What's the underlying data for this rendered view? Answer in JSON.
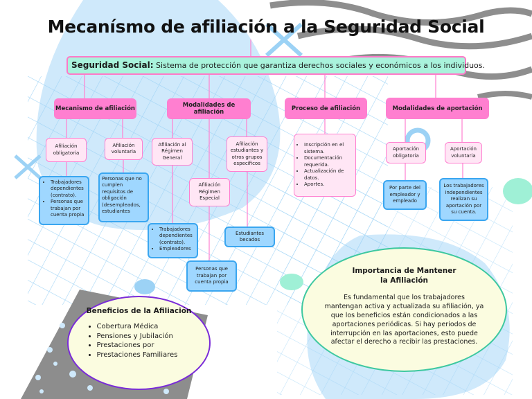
{
  "title": "Mecanísmo de afiliación a la Seguridad Social",
  "definition": {
    "term": "Seguridad Social:",
    "text": "Sistema de protección que garantiza derechos sociales y económicos a los individuos."
  },
  "categories": {
    "mecanismo": {
      "label": "Mecanismo de afiliación",
      "obligatoria": "Afiliación obligatoria",
      "voluntaria": "Afiliación voluntaria",
      "obligatoria_items": [
        "Trabajadores dependientes (contrato).",
        "Personas que trabajan por cuenta propia"
      ],
      "voluntaria_text": "Personas que no cumplen requisitos de obligación (desempleados, estudiantes"
    },
    "modalidades_afiliacion": {
      "label": "Modalidades de afiliación",
      "regimen_general": "Afiliación al Régimen General",
      "regimen_especial": "Afiliación Régimen Especial",
      "estudiantes": "Afiliación estudiantes y otros grupos específicos",
      "general_items": [
        "Trabajadores dependientes (contrato).",
        "Empleadores"
      ],
      "especial_text": "Personas que trabajan por cuenta propia",
      "becados_text": "Estudiantes becados"
    },
    "proceso": {
      "label": "Proceso de afiliación",
      "steps": [
        "Inscripción en el sistema.",
        "Documentación requerida.",
        "Actualización de datos.",
        "Aportes."
      ]
    },
    "aportacion": {
      "label": "Modalidades de aportación",
      "obligatoria": "Aportación obligatoria",
      "voluntaria": "Aportación voluntaria",
      "obligatoria_text": "Por parte del empleador y empleado",
      "voluntaria_text": "Los trabajadores independientes realizan su aportación por su cuenta."
    }
  },
  "importancia": {
    "title": "Importancia de Mantener la Afiliación",
    "text": "Es fundamental que los trabajadores mantengan activa y actualizada su afiliación, ya que los beneficios están condicionados a las aportaciones periódicas. Si hay periodos de interrupción en las aportaciones, esto puede afectar el derecho a recibir las prestaciones."
  },
  "beneficios": {
    "title": "Beneficios de la Afiliación",
    "items": [
      "Cobertura Médica",
      "Pensiones y Jubilación",
      "Prestaciones por",
      "Prestaciones Familiares"
    ]
  },
  "colors": {
    "pink": "#ff7fd0",
    "mint": "#a9f3dc",
    "blue": "#9fd7ff",
    "blue_border": "#3aa6f0"
  }
}
